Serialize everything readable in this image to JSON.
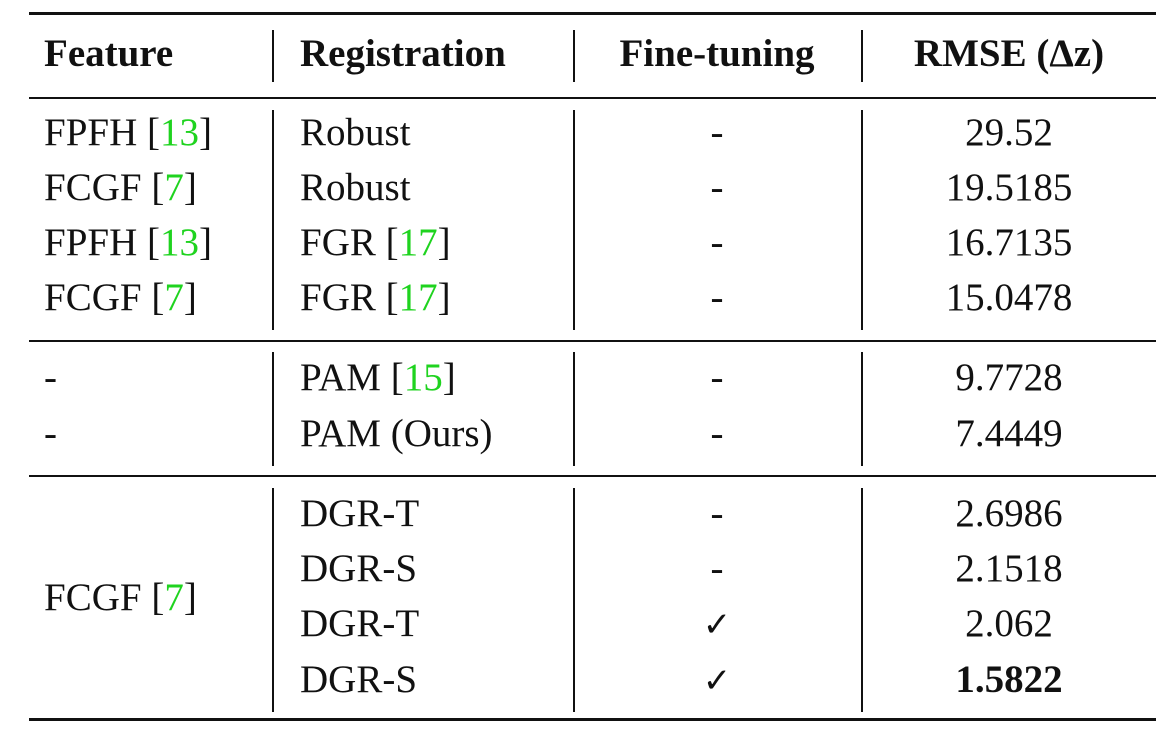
{
  "header": {
    "feature": "Feature",
    "registration": "Registration",
    "finetuning": "Fine-tuning",
    "rmse": "RMSE (Δz)"
  },
  "groups": [
    {
      "rows": [
        {
          "feature": "FPFH",
          "feature_ref": "13",
          "registration": "Robust",
          "registration_ref": "",
          "finetuning": "-",
          "rmse": "29.52"
        },
        {
          "feature": "FCGF",
          "feature_ref": "7",
          "registration": "Robust",
          "registration_ref": "",
          "finetuning": "-",
          "rmse": "19.5185"
        },
        {
          "feature": "FPFH",
          "feature_ref": "13",
          "registration": "FGR",
          "registration_ref": "17",
          "finetuning": "-",
          "rmse": "16.7135"
        },
        {
          "feature": "FCGF",
          "feature_ref": "7",
          "registration": "FGR",
          "registration_ref": "17",
          "finetuning": "-",
          "rmse": "15.0478"
        }
      ]
    },
    {
      "rows": [
        {
          "feature": "-",
          "registration": "PAM",
          "registration_ref": "15",
          "finetuning": "-",
          "rmse": "9.7728"
        },
        {
          "feature": "-",
          "registration": "PAM (Ours)",
          "registration_ref": "",
          "finetuning": "-",
          "rmse": "7.4449"
        }
      ]
    },
    {
      "feature": "FCGF",
      "feature_ref": "7",
      "rows": [
        {
          "registration": "DGR-T",
          "finetuning": "-",
          "rmse": "2.6986"
        },
        {
          "registration": "DGR-S",
          "finetuning": "-",
          "rmse": "2.1518"
        },
        {
          "registration": "DGR-T",
          "finetuning": "✓",
          "rmse": "2.062"
        },
        {
          "registration": "DGR-S",
          "finetuning": "✓",
          "rmse": "1.5822",
          "best": true
        }
      ]
    }
  ],
  "colors": {
    "citation": "#1fd31f",
    "text": "#111111"
  }
}
